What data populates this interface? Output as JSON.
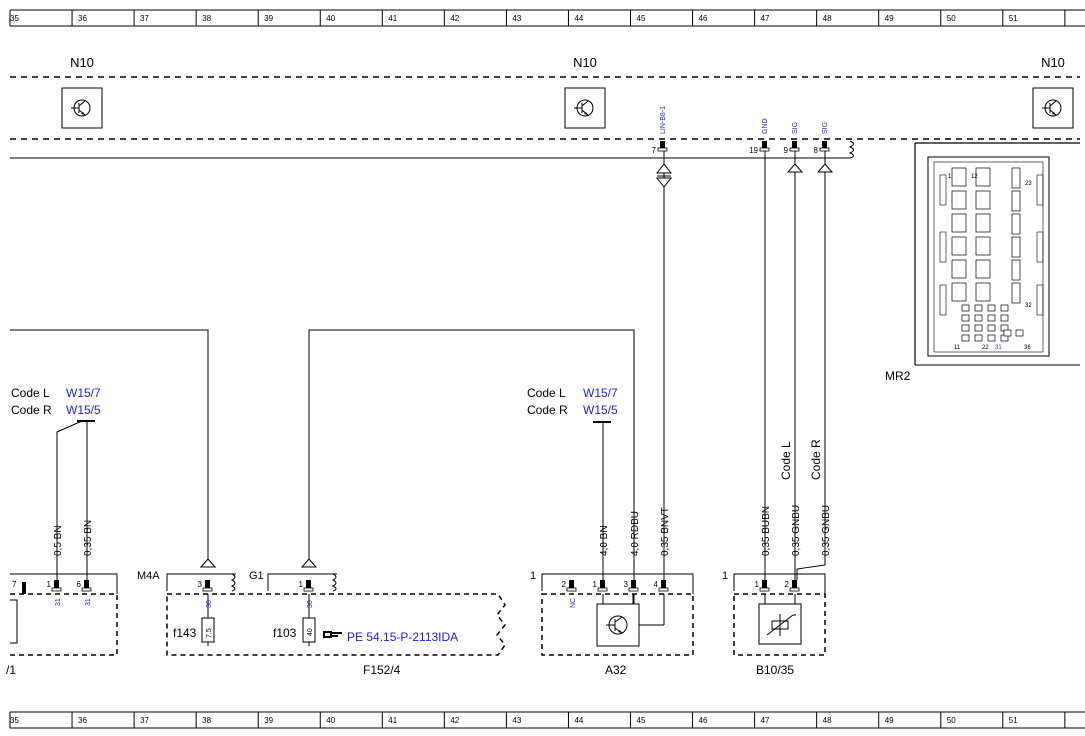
{
  "ruler": {
    "numbers": [
      "35",
      "36",
      "37",
      "38",
      "39",
      "40",
      "41",
      "42",
      "43",
      "44",
      "45",
      "46",
      "47",
      "48",
      "49",
      "50",
      "51"
    ]
  },
  "modules": {
    "n10_left": "N10",
    "n10_center": "N10",
    "n10_right": "N10"
  },
  "bus_signals": {
    "lin": "LIN-B8-1",
    "gnd": "GND",
    "sig1": "SIG",
    "sig2": "SIG"
  },
  "bus_pins": {
    "p7": "7",
    "p19": "19",
    "p9": "9",
    "p8": "8"
  },
  "codes": {
    "left_l_label": "Code L",
    "left_l_value": "W15/7",
    "left_r_label": "Code R",
    "left_r_value": "W15/5",
    "mid_l_label": "Code L",
    "mid_l_value": "W15/7",
    "mid_r_label": "Code R",
    "mid_r_value": "W15/5",
    "vert_l": "Code L",
    "vert_r": "Code R"
  },
  "wires": {
    "w1": "0,5 BN",
    "w2": "0,35 BN",
    "w3": "4,0 BN",
    "w4": "4,0 RDBU",
    "w5": "0,35 BNVT",
    "w6": "0,35 BUBN",
    "w7": "0,35 GNBU",
    "w8": "0,35 GNBU"
  },
  "connectors": {
    "m4a": "M4A",
    "g1": "G1",
    "a32_num": "1",
    "b10_num": "1"
  },
  "pins": {
    "left_7": "7",
    "left_1": "1",
    "left_6": "6",
    "m4a_3": "3",
    "g1_1": "1",
    "a32_2": "2",
    "a32_1": "1",
    "a32_3": "3",
    "a32_4": "4",
    "b10_1": "1",
    "b10_2": "2"
  },
  "pin_tags": {
    "t31a": "31",
    "t31b": "31",
    "t30a": "30",
    "t30b": "30",
    "nc": "NC"
  },
  "fuses": {
    "f143": "f143",
    "f143_val": "7,5",
    "f103": "f103",
    "f103_val": "40"
  },
  "reference": "PE 54.15-P-2113IDA",
  "components": {
    "left_partial": "/1",
    "f152": "F152/4",
    "a32": "A32",
    "b10": "B10/35",
    "mr2": "MR2"
  },
  "mr2_pins": {
    "p1": "1",
    "p12": "12",
    "p23": "23",
    "p32": "32",
    "p11": "11",
    "p22": "22",
    "p31": "31",
    "p36": "36"
  }
}
